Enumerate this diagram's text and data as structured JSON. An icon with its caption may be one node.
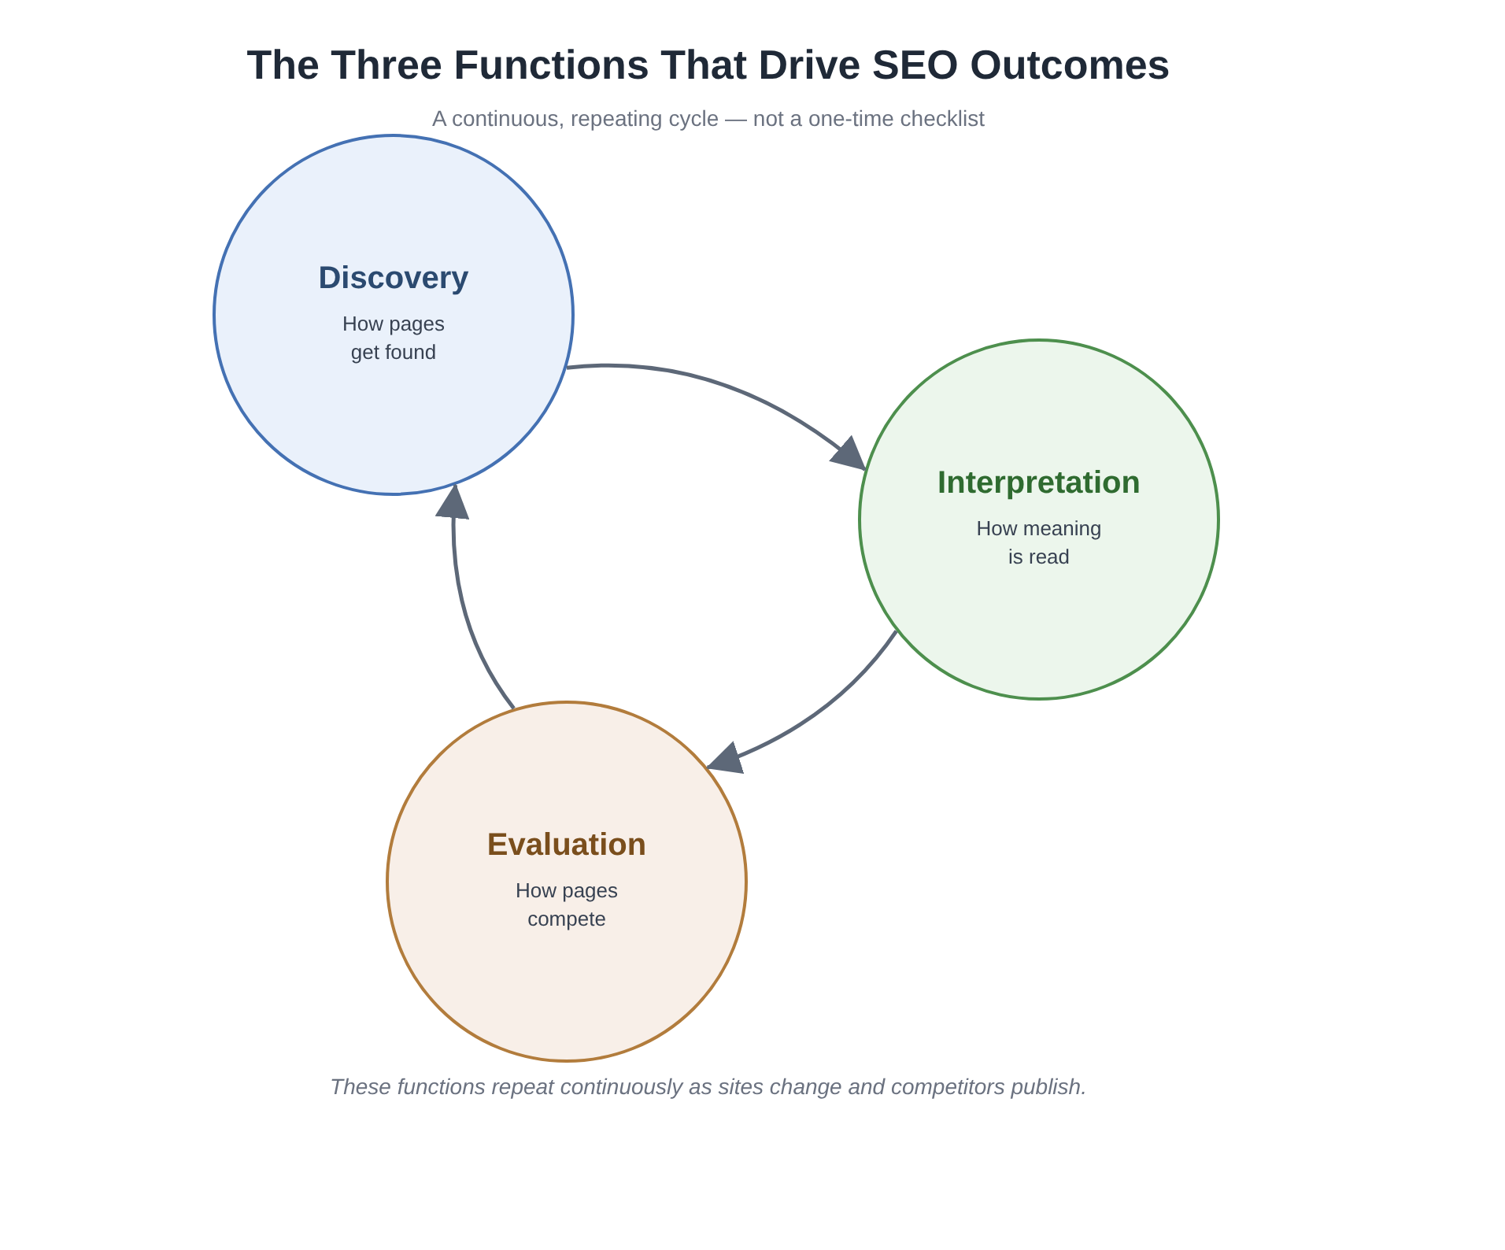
{
  "diagram": {
    "title": "The Three Functions That Drive SEO Outcomes",
    "caption": "These functions repeat continuously as sites change and competitors publish.",
    "nodes": [
      {
        "text": [
          "Discovery",
          "How pages get found"
        ]
      },
      {
        "text": [
          "Interpretation",
          "How meaning is read"
        ]
      },
      {
        "text": [
          "Evaluation",
          "How pages compete"
        ]
      }
    ],
    "edges": [
      {
        "from": 0,
        "to": 1,
        "arrow": "to"
      },
      {
        "from": 1,
        "to": 2,
        "arrow": "to"
      },
      {
        "from": 2,
        "to": 0,
        "arrow": "to"
      }
    ],
    "labels": [
      "A continuous, repeating cycle — not a one-time checklist"
    ]
  }
}
